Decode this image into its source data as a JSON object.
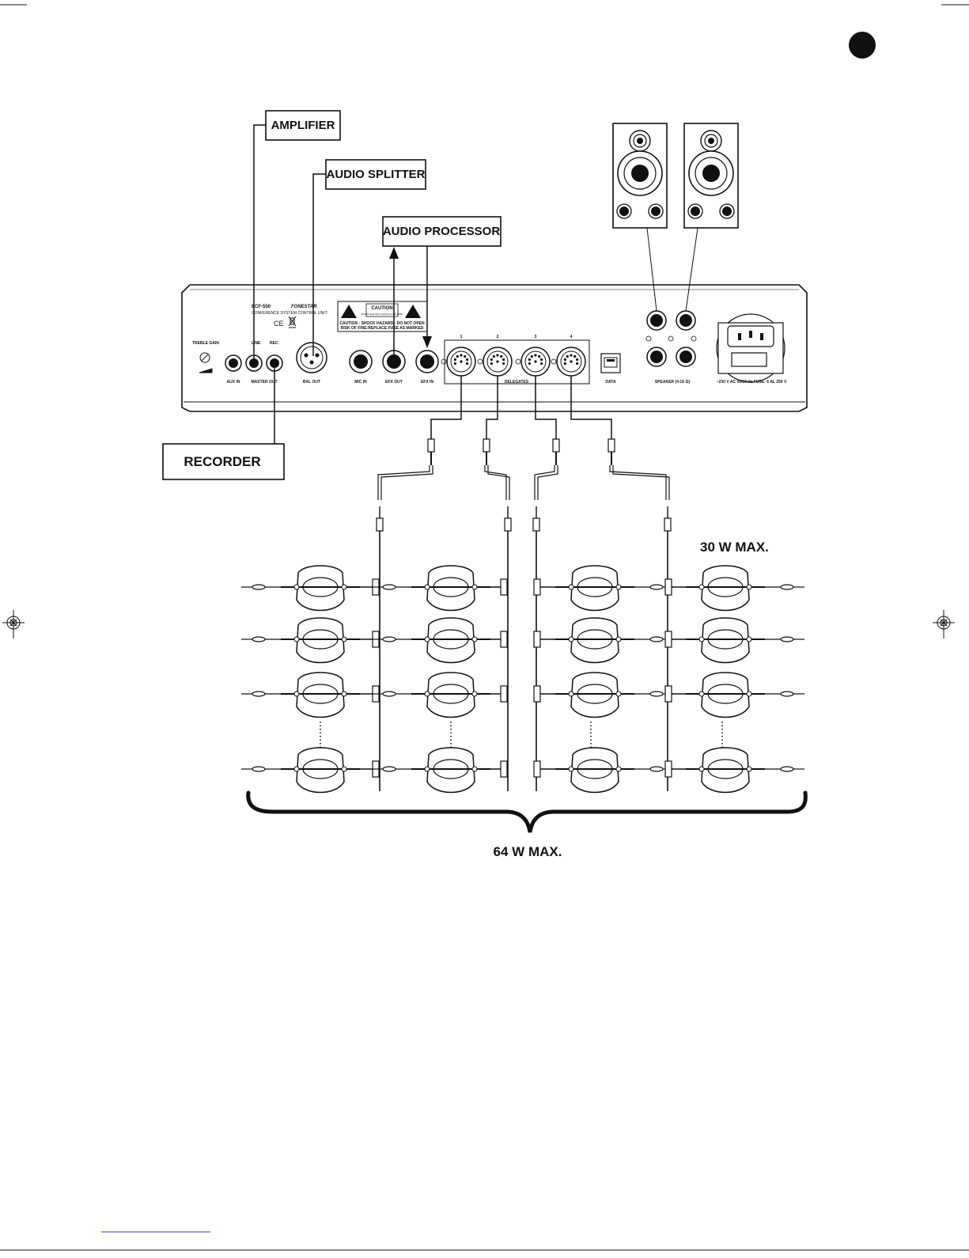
{
  "labels": {
    "amplifier": "AMPLIFIER",
    "audio_splitter": "AUDIO SPLITTER",
    "audio_processor": "AUDIO PROCESSOR",
    "recorder": "RECORDER",
    "max_per_line": "30 W MAX.",
    "max_total": "64 W MAX."
  },
  "panel": {
    "model": "ECF-550",
    "subtitle": "CONFERENCE SYSTEM CONTROL UNIT",
    "brand": "FONESTAR",
    "ce_mark": "CE",
    "caution_title": "CAUTION",
    "caution_small": "RISK OF ELECTRIC SHOCK DO NOT OPEN",
    "caution_line1": "CAUTION : SHOCK HAZARD - DO NOT OPEN",
    "caution_line2": "RISK OF FIRE-REPLACE FUSE AS MARKED",
    "treble_gain": "TREBLE GAIN",
    "line": "LINE",
    "rec": "REC",
    "aux_in": "AUX IN",
    "master_out": "MASTER OUT",
    "bal_out": "BAL OUT",
    "mic_in": "MIC IN",
    "efx_out": "EFX OUT",
    "efx_in": "EFX IN",
    "delegate_numbers": [
      "1",
      "2",
      "3",
      "4"
    ],
    "delegates": "DELEGATES",
    "data": "DATA",
    "speaker": "SPEAKER (4-16 Ω)",
    "power": "~230 V AC 50/60 Hz FUSE: 6 AL 250 V"
  },
  "colors": {
    "ink": "#111111",
    "paper": "#ffffff",
    "footer_link": "#3b3bd8"
  },
  "icons": [
    "page-marker-dot",
    "registration-mark-icon",
    "warning-triangle-icon",
    "speaker-icon",
    "microphone-unit-icon",
    "rj45-port-icon",
    "iec-power-socket-icon"
  ]
}
